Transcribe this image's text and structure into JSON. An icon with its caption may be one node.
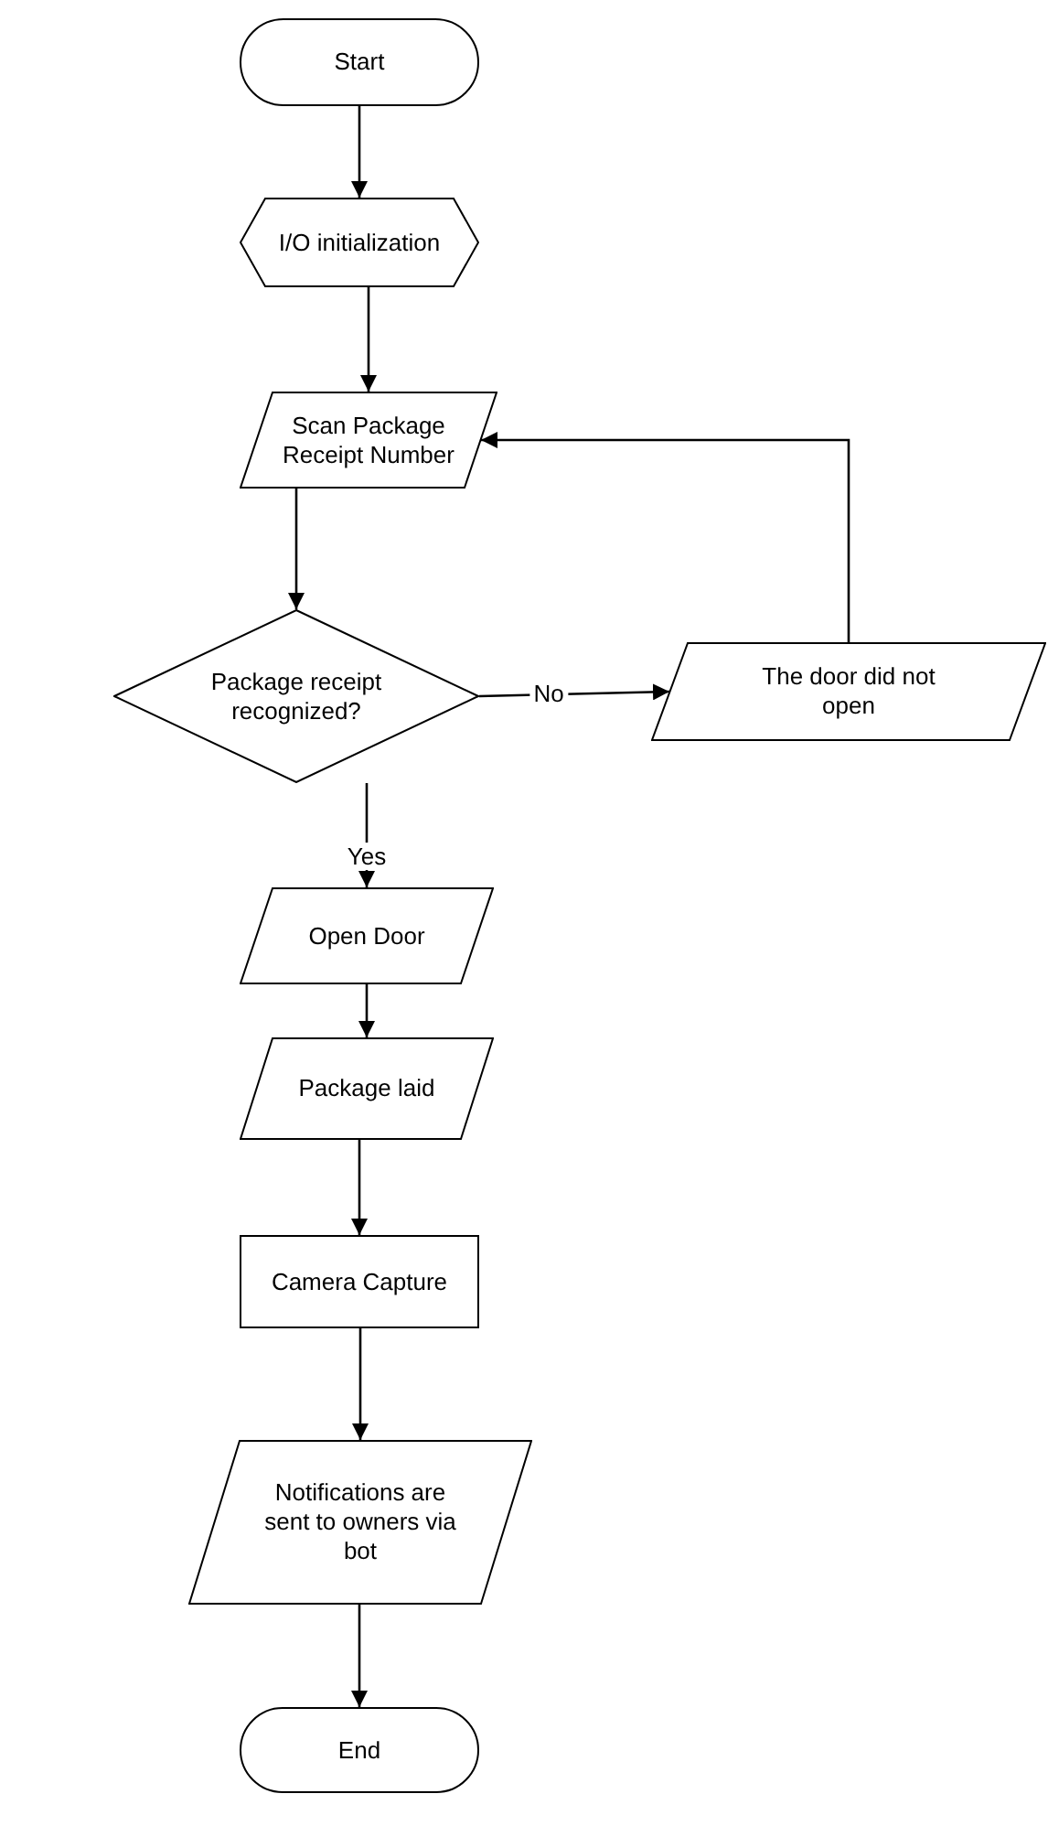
{
  "diagram": {
    "nodes": [
      {
        "text": [
          "Start"
        ]
      },
      {
        "text": [
          "I/O initialization"
        ]
      },
      {
        "text": [
          "Scan Package Receipt Number"
        ]
      },
      {
        "text": [
          "Package receipt recognized?"
        ]
      },
      {
        "text": [
          "The door did not open"
        ]
      },
      {
        "text": [
          "Open Door"
        ]
      },
      {
        "text": [
          "Package laid"
        ]
      },
      {
        "text": [
          "Camera Capture"
        ]
      },
      {
        "text": [
          "Notifications are sent to owners via bot"
        ]
      },
      {
        "text": [
          "End"
        ]
      }
    ],
    "edges": [
      {
        "from": 0,
        "to": 1,
        "arrow": "to"
      },
      {
        "from": 1,
        "to": 2,
        "arrow": "to"
      },
      {
        "from": 2,
        "to": 3,
        "arrow": "to"
      },
      {
        "from": 3,
        "to": 4,
        "arrow": "to",
        "label": "No"
      },
      {
        "from": 4,
        "to": 2,
        "arrow": "to"
      },
      {
        "from": 3,
        "to": 5,
        "arrow": "to",
        "label": "Yes"
      },
      {
        "from": 5,
        "to": 6,
        "arrow": "to"
      },
      {
        "from": 6,
        "to": 7,
        "arrow": "to"
      },
      {
        "from": 7,
        "to": 8,
        "arrow": "to"
      },
      {
        "from": 8,
        "to": 9,
        "arrow": "to"
      }
    ]
  }
}
